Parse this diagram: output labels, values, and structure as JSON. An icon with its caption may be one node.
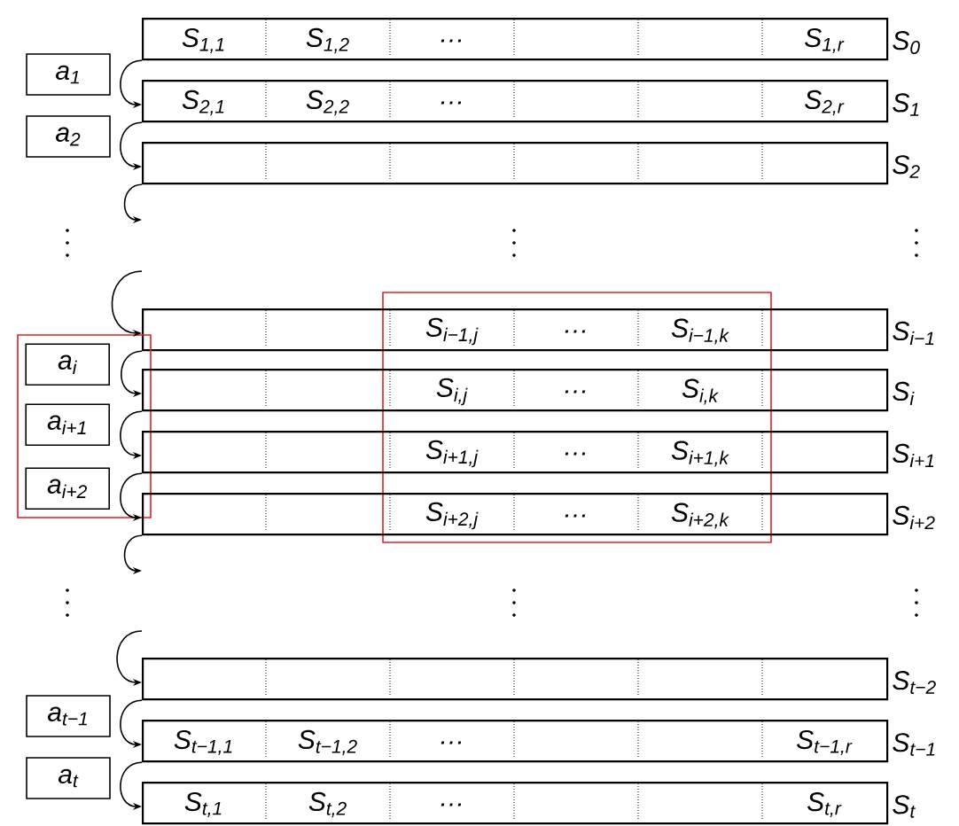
{
  "diagram": {
    "nodes": [
      {
        "text": [
          "S$_{1,1}$",
          "S$_{1,2}$",
          "…",
          "S$_{1,r}$"
        ],
        "beside": [
          "S$_{0}$"
        ]
      },
      {
        "text": [
          "a$_{1}$"
        ]
      },
      {
        "text": [
          "S$_{2,1}$",
          "S$_{2,2}$",
          "…",
          "S$_{2,r}$"
        ],
        "beside": [
          "S$_{1}$"
        ]
      },
      {
        "text": [
          "a$_{2}$"
        ]
      },
      {
        "text": [],
        "shape": "bar",
        "beside": [
          "S$_{2}$"
        ]
      },
      {
        "text": [],
        "shape": "box"
      },
      {
        "text": [
          "S$_{i−1,j}$",
          "…",
          "S$_{i−1,k}$"
        ],
        "beside": [
          "S$_{i−1}$"
        ]
      },
      {
        "text": [],
        "shape": "box"
      },
      {
        "text": [
          "a$_{i}$"
        ],
        "in": 7
      },
      {
        "text": [
          "S$_{i,j}$",
          "…",
          "S$_{i,k}$"
        ],
        "beside": [
          "S$_{i}$"
        ]
      },
      {
        "text": [
          "a$_{i+1}$"
        ],
        "in": 7
      },
      {
        "text": [
          "S$_{i+1,j}$",
          "…",
          "S$_{i+1,k}$"
        ],
        "beside": [
          "S$_{i+1}$"
        ]
      },
      {
        "text": [
          "a$_{i+2}$"
        ],
        "in": 7
      },
      {
        "text": [
          "S$_{i+2,j}$",
          "…",
          "S$_{i+2,k}$"
        ],
        "beside": [
          "S$_{i+2}$"
        ]
      },
      {
        "text": [],
        "shape": "bar",
        "beside": [
          "S$_{t−2}$"
        ]
      },
      {
        "text": [
          "a$_{t−1}$"
        ]
      },
      {
        "text": [
          "S$_{t−1,1}$",
          "S$_{t−1,2}$",
          "…",
          "S$_{t−1,r}$"
        ],
        "beside": [
          "S$_{t−1}$"
        ]
      },
      {
        "text": [
          "a$_{t}$"
        ]
      },
      {
        "text": [
          "S$_{t,1}$",
          "S$_{t,2}$",
          "…",
          "S$_{t,r}$"
        ],
        "beside": [
          "S$_{t}$"
        ]
      }
    ],
    "edges": [
      {
        "from": 0,
        "to": 2,
        "arrow": "to"
      },
      {
        "from": 2,
        "to": 4,
        "arrow": "to"
      },
      {
        "from": 4,
        "to": null,
        "arrow": "to"
      },
      {
        "from": null,
        "to": 6,
        "arrow": "to"
      },
      {
        "from": 6,
        "to": 9,
        "arrow": "to"
      },
      {
        "from": 9,
        "to": 11,
        "arrow": "to"
      },
      {
        "from": 11,
        "to": 13,
        "arrow": "to"
      },
      {
        "from": 13,
        "to": null,
        "arrow": "to"
      },
      {
        "from": null,
        "to": 14,
        "arrow": "to"
      },
      {
        "from": 14,
        "to": 16,
        "arrow": "to"
      },
      {
        "from": 16,
        "to": 18,
        "arrow": "to"
      }
    ]
  }
}
